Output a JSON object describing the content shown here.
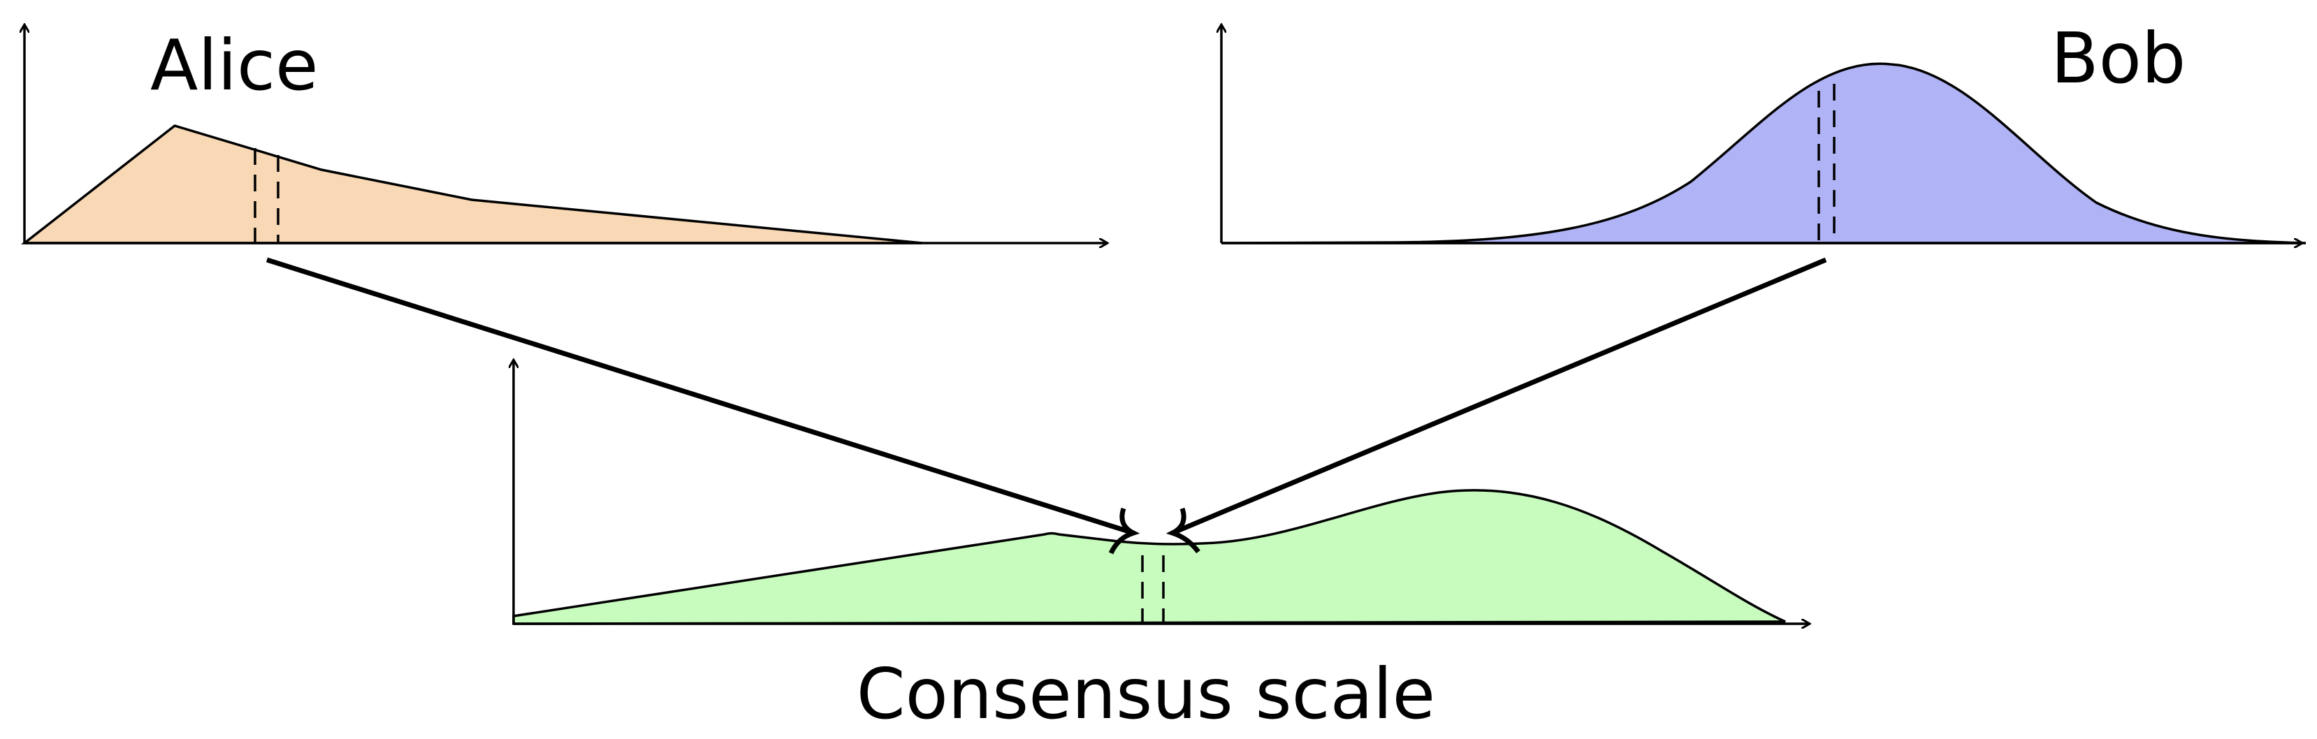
{
  "panels": {
    "alice": {
      "title": "Alice",
      "fill_color": "#f8d8b5"
    },
    "bob": {
      "title": "Bob",
      "fill_color": "#b0b4f6"
    },
    "consensus": {
      "title": "Consensus scale",
      "fill_color": "#c8fbbe"
    }
  },
  "colors": {
    "stroke": "#000000",
    "background": "#ffffff"
  },
  "icons": {
    "arrowhead": "arrowhead-icon"
  }
}
